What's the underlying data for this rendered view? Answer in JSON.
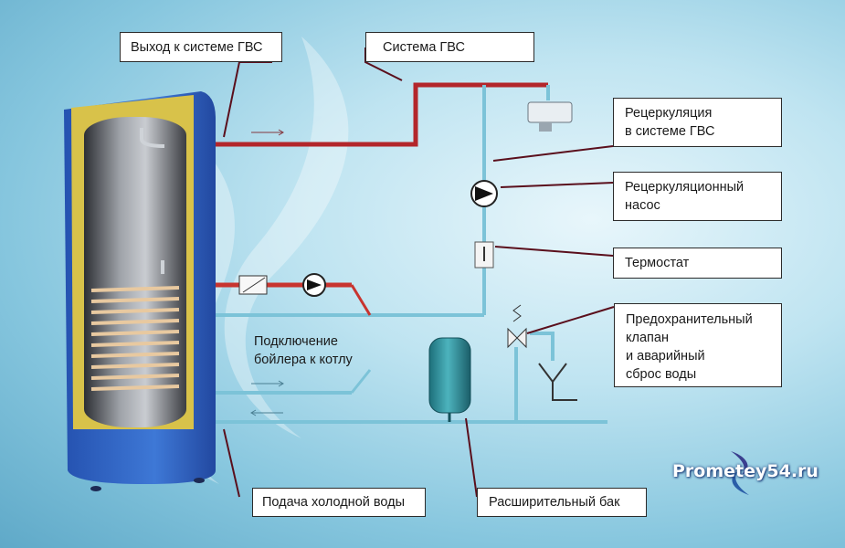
{
  "labels": {
    "hot_outlet": "Выход к системе ГВС",
    "dhw_system": "Система ГВС",
    "recirc_line": [
      "Рецеркуляция",
      "в системе ГВС"
    ],
    "recirc_pump": [
      "Рецеркуляционный",
      "насос"
    ],
    "thermostat": "Термостат",
    "safety_valve": [
      "Предохранительный",
      "клапан",
      "и аварийный",
      "сброс воды"
    ],
    "boiler_conn": [
      "Подключение",
      "бойлера к котлу"
    ],
    "cold_inlet": "Подача холодной воды",
    "expansion_tank": "Расширительный бак"
  },
  "brand": "Prometey54.ru",
  "colors": {
    "hot_pipe": "#b3262b",
    "cold_pipe": "#7cc3d8",
    "tank_body": "#3a6fc9",
    "insulation": "#d8c24a",
    "leader": "#5a0f1c",
    "coil": "#e8c9a0"
  }
}
